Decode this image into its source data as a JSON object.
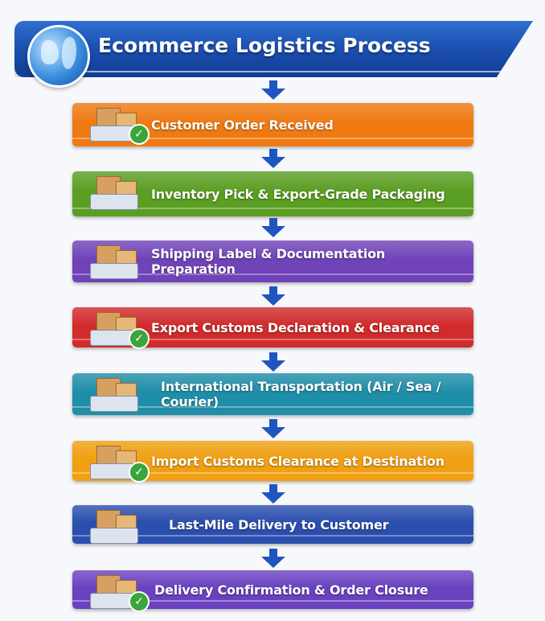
{
  "header": {
    "title": "Ecommerce Logistics Process",
    "icon": "globe-icon"
  },
  "steps": [
    {
      "label": "Customer Order Received",
      "color": "#f07a12",
      "icon": "shopping-cart-check-icon"
    },
    {
      "label": "Inventory Pick & Export-Grade Packaging",
      "color": "#5a9e22",
      "icon": "warehouse-worker-icon"
    },
    {
      "label": "Shipping Label & Documentation Preparation",
      "color": "#7043b8",
      "icon": "documents-icon"
    },
    {
      "label": "Export Customs Declaration & Clearance",
      "color": "#d22b2b",
      "icon": "customs-officer-icon"
    },
    {
      "label": "International Transportation (Air / Sea / Courier)",
      "color": "#1f8ea8",
      "icon": "airplane-ship-truck-icon"
    },
    {
      "label": "Import Customs Clearance at Destination",
      "color": "#f0a012",
      "icon": "customs-building-icon"
    },
    {
      "label": "Last-Mile Delivery to Customer",
      "color": "#2b4fae",
      "icon": "delivery-truck-icon"
    },
    {
      "label": "Delivery Confirmation & Order Closure",
      "color": "#6a42c0",
      "icon": "envelope-check-icon"
    }
  ],
  "arrow_color": "#1f55c0"
}
